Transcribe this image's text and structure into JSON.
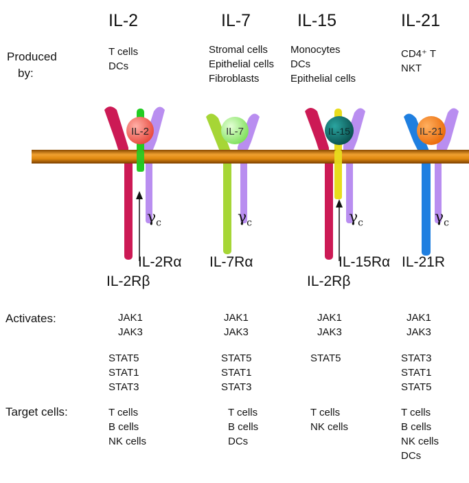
{
  "cytokines": [
    "IL-2",
    "IL-7",
    "IL-15",
    "IL-21"
  ],
  "row_labels": {
    "produced_by_1": "Produced",
    "produced_by_2": "by:",
    "activates": "Activates:",
    "target_cells": "Target cells:"
  },
  "produced_by": [
    [
      "T cells",
      "DCs"
    ],
    [
      "Stromal cells",
      "Epithelial cells",
      "Fibroblasts"
    ],
    [
      "Monocytes",
      "DCs",
      "Epithelial cells"
    ],
    [
      "CD4⁺ T",
      "NKT"
    ]
  ],
  "ligands": [
    "IL-2",
    "IL-7",
    "IL-15",
    "IL-21"
  ],
  "gamma_label": "γ",
  "gamma_sub": "c",
  "receptor_labels": {
    "il2r_alpha": "IL-2Rα",
    "il2r_beta_1": "IL-2Rβ",
    "il7r_alpha": "IL-7Rα",
    "il15r_alpha": "IL-15Rα",
    "il2r_beta_2": "IL-2Rβ",
    "il21r": "IL-21R"
  },
  "jaks": [
    [
      "JAK1",
      "JAK3"
    ],
    [
      "JAK1",
      "JAK3"
    ],
    [
      "JAK1",
      "JAK3"
    ],
    [
      "JAK1",
      "JAK3"
    ]
  ],
  "stats": [
    [
      "STAT5",
      "STAT1",
      "STAT3"
    ],
    [
      "STAT5",
      "STAT1",
      "STAT3"
    ],
    [
      "STAT5"
    ],
    [
      "STAT3",
      "STAT1",
      "STAT5"
    ]
  ],
  "target_cells": [
    [
      "T cells",
      "B cells",
      "NK cells"
    ],
    [
      "T cells",
      "B cells",
      "DCs"
    ],
    [
      "T cells",
      "NK cells"
    ],
    [
      "T cells",
      "B cells",
      "NK cells",
      "DCs"
    ]
  ],
  "colors": {
    "membrane": "#e0890f",
    "membrane_edge": "#8a4a00",
    "beta_chain": "#cc1a55",
    "gamma_chain": "#b98ef0",
    "il2_ra": "#22cc22",
    "il7_ra": "#a6d636",
    "il15_ra": "#e8dc1c",
    "il21_r": "#1f7fe0",
    "il2_ball": "#f56a5e",
    "il7_ball": "#a8f58a",
    "il15_ball": "#12706e",
    "il21_ball": "#f5821a"
  }
}
